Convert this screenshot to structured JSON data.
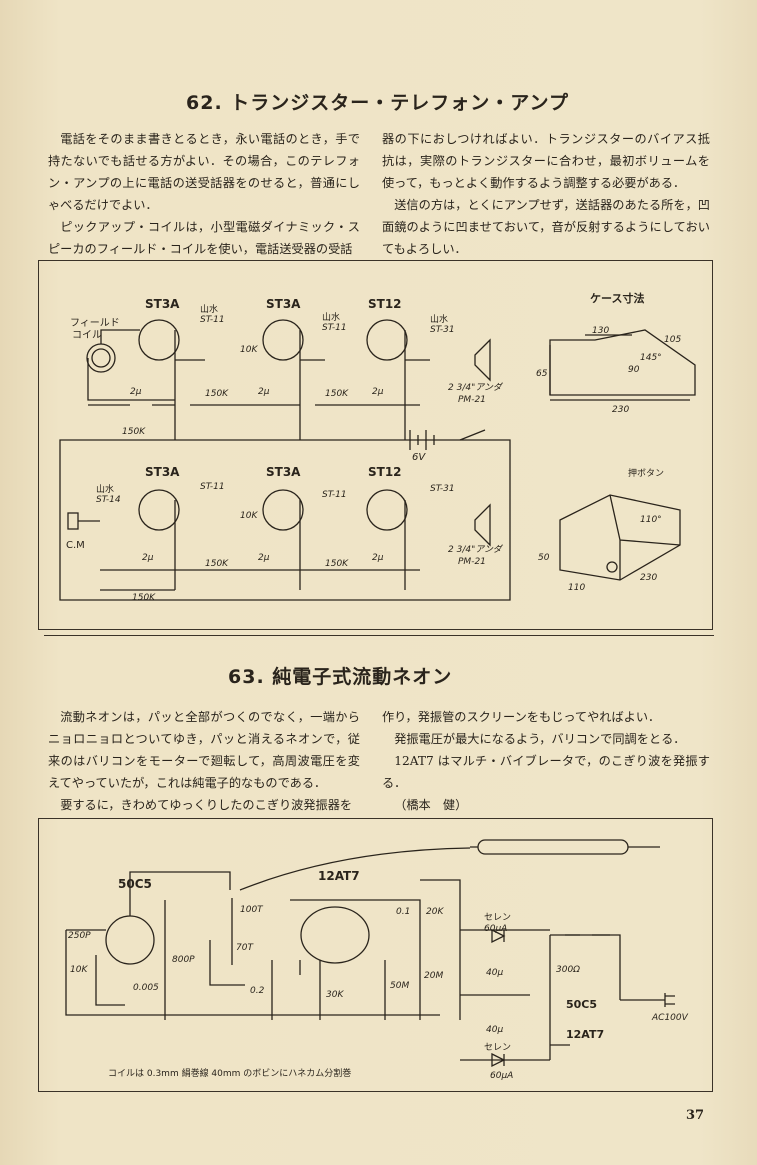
{
  "article62": {
    "title": "62. トランジスター・テレフォン・アンプ",
    "left_paragraphs": [
      "電話をそのまま書きとるとき，永い電話のとき，手で持たないでも話せる方がよい．その場合，このテレフォン・アンプの上に電話の送受話器をのせると，普通にしゃべるだけでよい．",
      "ピックアップ・コイルは，小型電磁ダイナミック・スピーカのフィールド・コイルを使い，電話送受器の受話"
    ],
    "right_paragraphs": [
      "器の下におしつければよい．トランジスターのバイアス抵抗は，実際のトランジスターに合わせ，最初ボリュームを使って，もっとよく動作するよう調整する必要がある．",
      "送信の方は，とくにアンプせず，送話器のあたる所を，凹面鏡のように凹ませておいて，音が反射するようにしておいてもよろしい．"
    ],
    "diagram": {
      "top_transistors": [
        "ST3A",
        "ST3A",
        "ST12"
      ],
      "bottom_transistors": [
        "ST3A",
        "ST3A",
        "ST12"
      ],
      "field_coil": "フィールド\nコイル",
      "field_coil_l1": "フィールド",
      "field_coil_l2": "コイル",
      "trans_brand": "山水",
      "t_st11": "ST-11",
      "t_st31": "ST-31",
      "t_st14": "ST-14",
      "r_10k": "10K",
      "r_150k": "150K",
      "c_2u": "2μ",
      "battery": "6V",
      "speaker_l1": "2 3/4\"アンダ",
      "speaker_l2": "PM-21",
      "mic": "C.M",
      "case_title": "ケース寸法",
      "dim_130": "130",
      "dim_105": "105",
      "dim_90": "90",
      "dim_65": "65",
      "dim_145": "145°",
      "dim_230": "230",
      "push_button": "押ボタン",
      "dim_110deg": "110°",
      "dim_50": "50",
      "dim_110": "110",
      "dim_230b": "230"
    }
  },
  "article63": {
    "title": "63. 純電子式流動ネオン",
    "left_paragraphs": [
      "流動ネオンは，パッと全部がつくのでなく，一端からニョロニョロとついてゆき，パッと消えるネオンで，従来のはバリコンをモーターで廻転して，高周波電圧を変えてやっていたが，これは純電子的なものである．",
      "要するに，きわめてゆっくりしたのこぎり波発振器を"
    ],
    "right_paragraphs": [
      "作り，発振管のスクリーンをもじってやればよい．",
      "発振電圧が最大になるよう，バリコンで同調をとる．",
      "12AT7 はマルチ・バイブレータで，のこぎり波を発振する．"
    ],
    "author": "（橋本　健）",
    "diagram": {
      "tube1": "50C5",
      "tube2": "12AT7",
      "c_250p": "250P",
      "r_10k": "10K",
      "c_0005": "0.005",
      "c_800p": "800P",
      "l_100t": "100T",
      "l_70t": "70T",
      "c_02": "0.2",
      "r_30k": "30K",
      "r_50m": "50M",
      "r_20m": "20M",
      "c_01": "0.1",
      "r_20k": "20K",
      "selen_top": "セレン",
      "selen_top_val": "60μA",
      "c_40u": "40μ",
      "c_40u_b": "40μ",
      "selen_bot": "セレン",
      "selen_bot_val": "60μA",
      "r_300": "300Ω",
      "heater1": "50C5",
      "heater2": "12AT7",
      "ac": "AC100V",
      "coil_note": "コイルは 0.3mm 絹巻線 40mm のボビンにハネカム分割巻"
    }
  },
  "page_number": "37"
}
